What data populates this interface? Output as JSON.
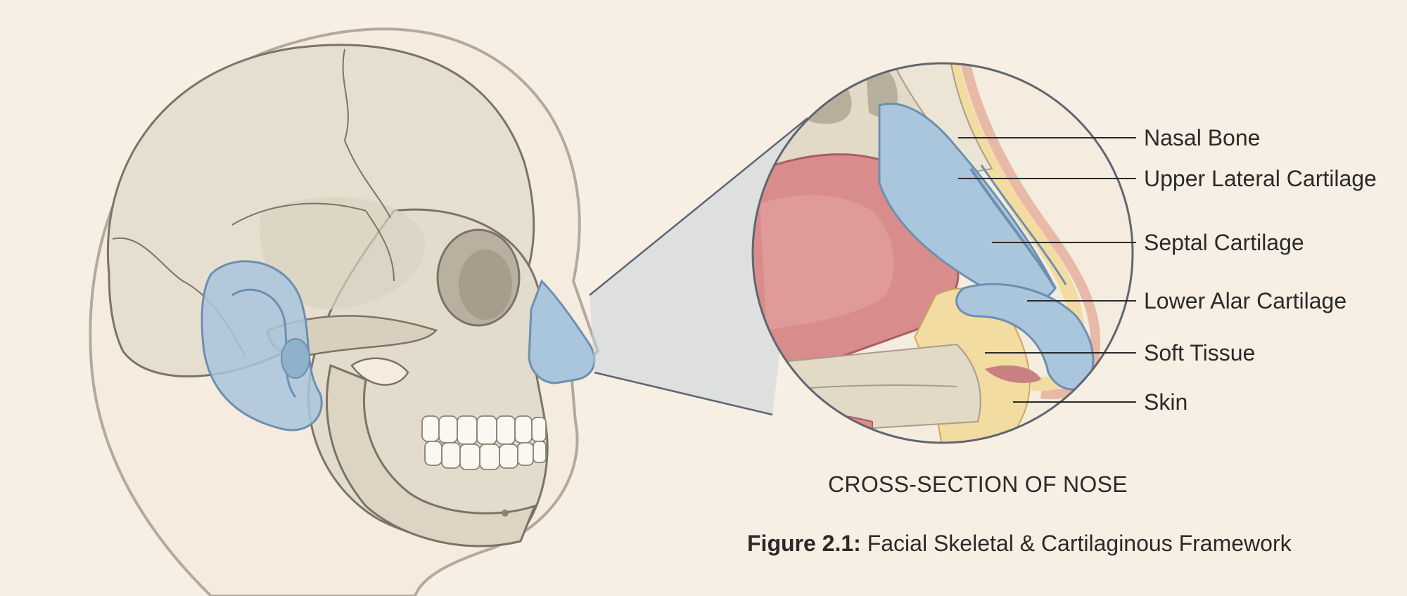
{
  "diagram": {
    "labels": [
      {
        "id": "nasal-bone",
        "text": "Nasal Bone"
      },
      {
        "id": "upper-lateral-cartilage",
        "text": "Upper Lateral Cartilage"
      },
      {
        "id": "septal-cartilage",
        "text": "Septal Cartilage"
      },
      {
        "id": "lower-alar-cartilage",
        "text": "Lower Alar Cartilage"
      },
      {
        "id": "soft-tissue",
        "text": "Soft Tissue"
      },
      {
        "id": "skin",
        "text": "Skin"
      }
    ],
    "inset_title": "CROSS-SECTION OF NOSE",
    "caption": {
      "prefix": "Figure 2.1:",
      "text": " Facial Skeletal & Cartilaginous Framework"
    }
  },
  "colors": {
    "background": "#f8efe4",
    "bone": "#e6dfd0",
    "cartilage": "#a9c6dd",
    "tissue_red": "#d98c8c",
    "fat": "#f3dca2",
    "outline": "#5f6670"
  }
}
